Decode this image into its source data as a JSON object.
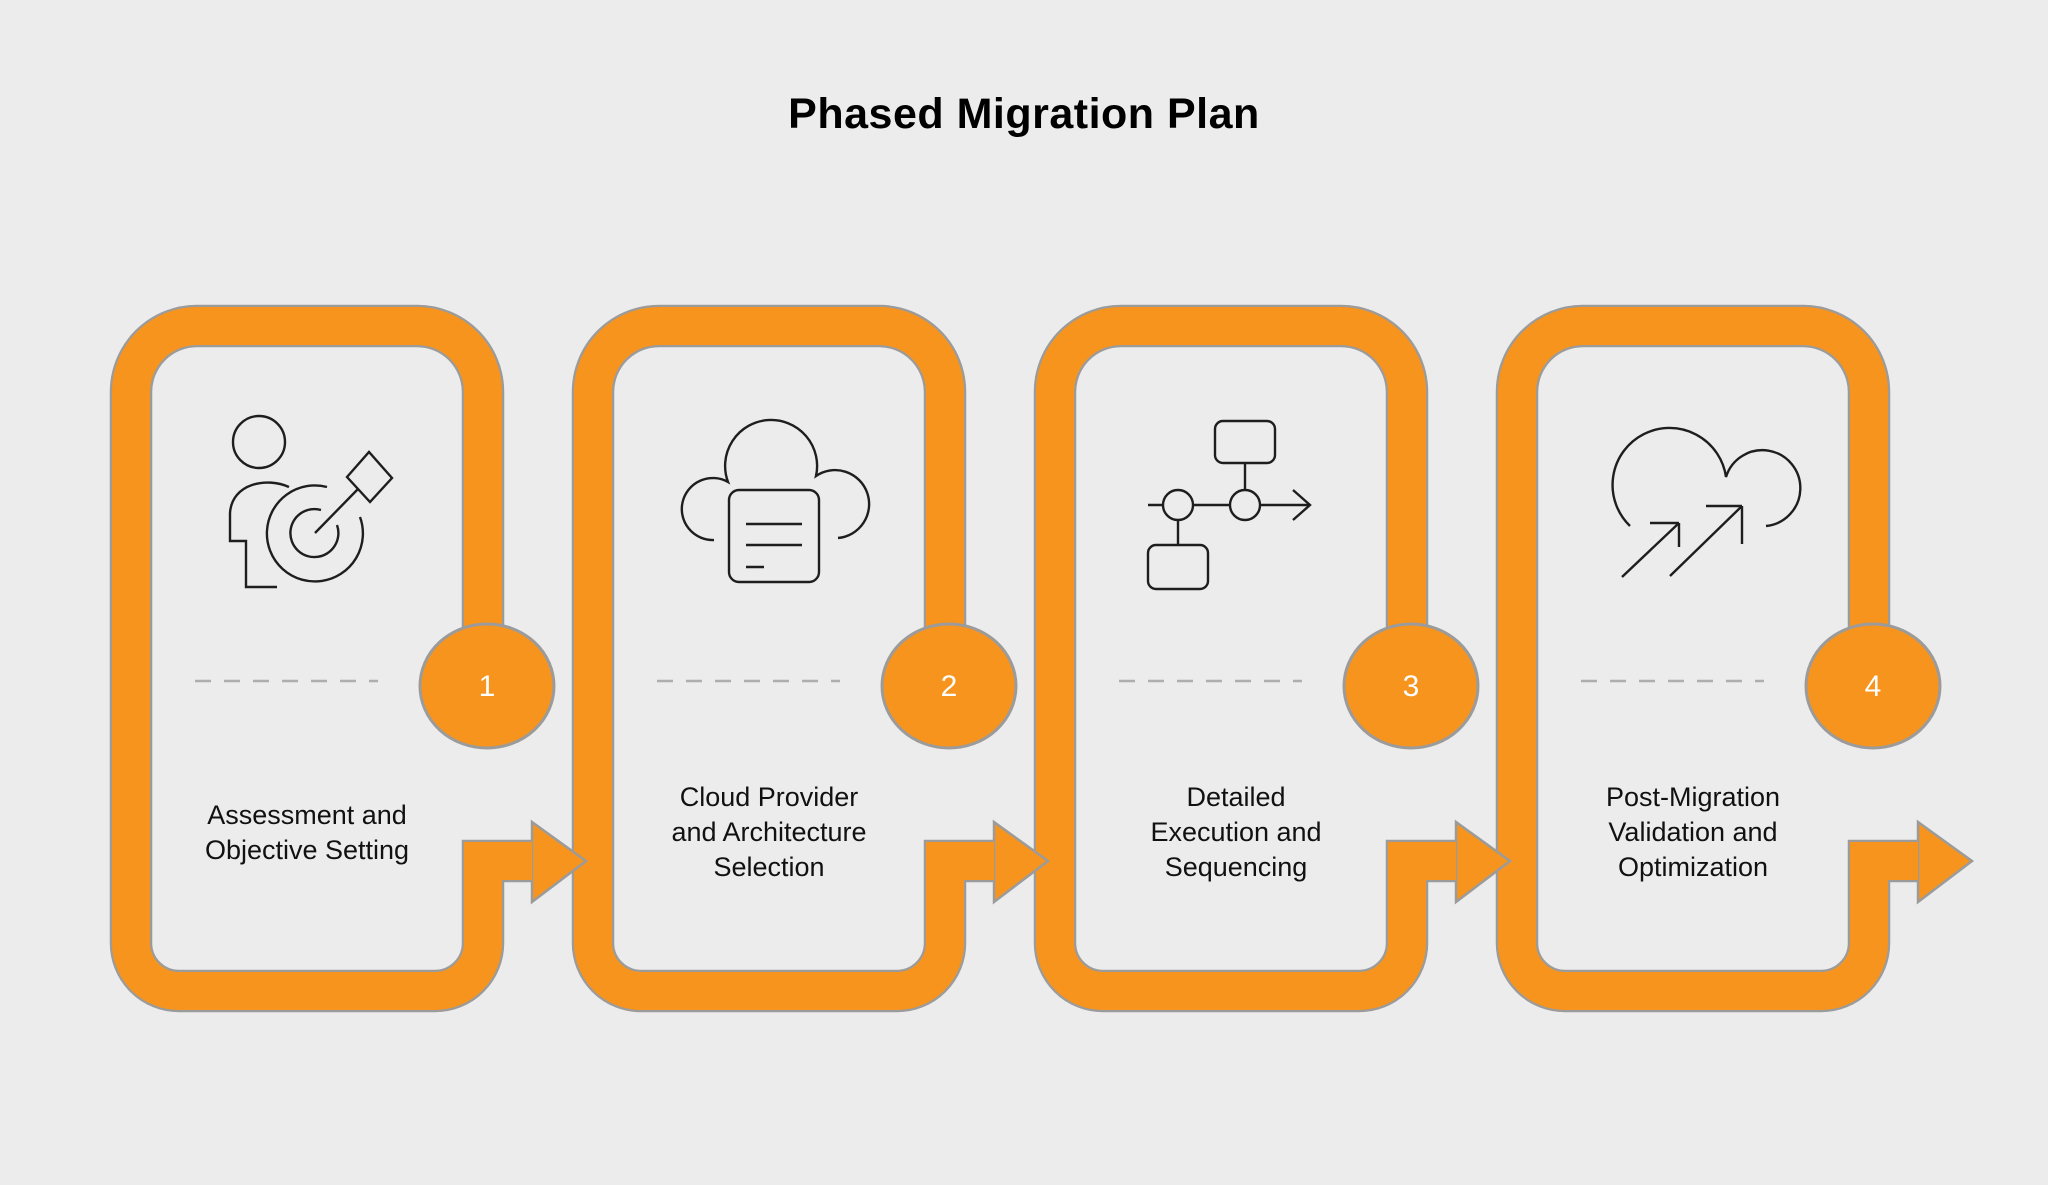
{
  "title": "Phased Migration Plan",
  "steps": [
    {
      "number": "1",
      "label": "Assessment and Objective Setting",
      "icon": "person-target-icon"
    },
    {
      "number": "2",
      "label": "Cloud Provider and Architecture Selection",
      "icon": "cloud-document-icon"
    },
    {
      "number": "3",
      "label": "Detailed Execution and Sequencing",
      "icon": "process-sequence-icon"
    },
    {
      "number": "4",
      "label": "Post-Migration Validation and Optimization",
      "icon": "cloud-growth-arrows-icon"
    }
  ],
  "colors": {
    "background": "#ECECEC",
    "accent_orange": "#F7941D",
    "frame_outline_gray": "#9B9B9B",
    "dashed_divider": "#AEAEAE",
    "icon_stroke": "#1E1E1E",
    "label_text": "#111111",
    "badge_text": "#FFFFFF"
  }
}
